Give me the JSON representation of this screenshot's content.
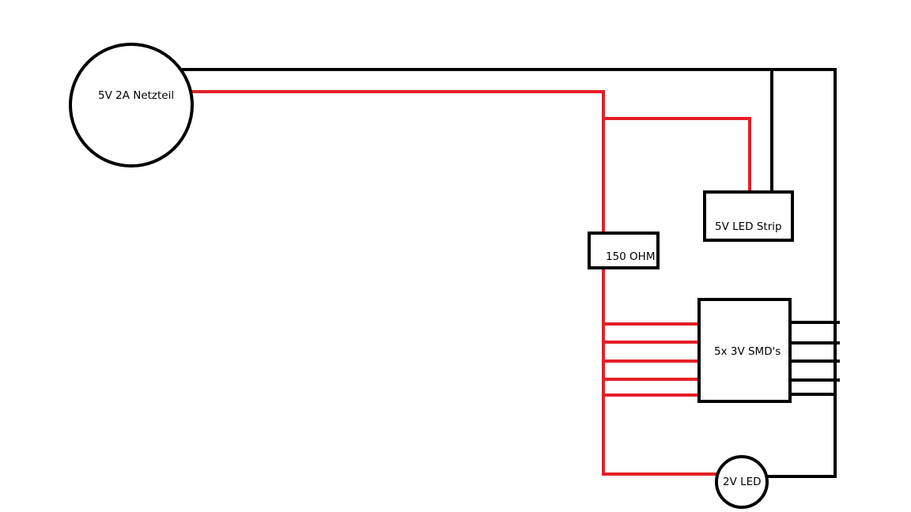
{
  "components": {
    "power_supply": {
      "label": "5V 2A Netzteil"
    },
    "resistor": {
      "label": "150 OHM"
    },
    "led_strip": {
      "label": "5V LED Strip"
    },
    "smd_block": {
      "label": "5x 3V SMD's"
    },
    "led_2v": {
      "label": "2V LED"
    }
  },
  "colors": {
    "positive_wire": "#e41f26",
    "negative_wire": "#000000"
  }
}
